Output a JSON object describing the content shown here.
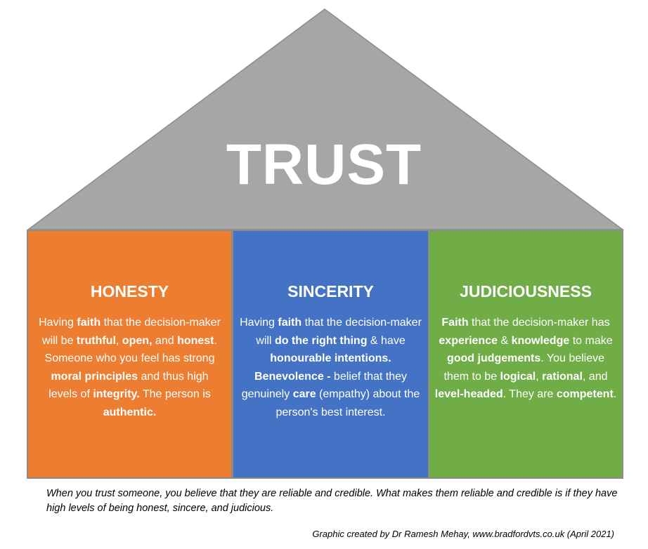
{
  "title": "TRUST",
  "colors": {
    "roof": "#a6a6a6",
    "honesty": "#ed7d31",
    "sincerity": "#4472c4",
    "judiciousness": "#70ad47",
    "text": "#ffffff"
  },
  "pillars": [
    {
      "heading": "HONESTY",
      "body": [
        {
          "t": "Having ",
          "b": false
        },
        {
          "t": "faith",
          "b": true
        },
        {
          "t": " that the decision-maker will be ",
          "b": false
        },
        {
          "t": "truthful",
          "b": true
        },
        {
          "t": ", ",
          "b": false
        },
        {
          "t": "open,",
          "b": true
        },
        {
          "t": " and ",
          "b": false
        },
        {
          "t": "honest",
          "b": true
        },
        {
          "t": ".  Someone who you feel has strong ",
          "b": false
        },
        {
          "t": "moral principles",
          "b": true
        },
        {
          "t": " and thus high levels of ",
          "b": false
        },
        {
          "t": "integrity.",
          "b": true
        },
        {
          "t": "  The person is ",
          "b": false
        },
        {
          "t": "authentic.",
          "b": true
        }
      ]
    },
    {
      "heading": "SINCERITY",
      "body": [
        {
          "t": "Having ",
          "b": false
        },
        {
          "t": "faith",
          "b": true
        },
        {
          "t": " that the decision-maker will ",
          "b": false
        },
        {
          "t": "do the right thing",
          "b": true
        },
        {
          "t": " & have ",
          "b": false
        },
        {
          "t": "honourable intentions.",
          "b": true
        },
        {
          "t": " ",
          "b": false
        },
        {
          "t": "Benevolence -",
          "b": true
        },
        {
          "t": " belief that they genuinely ",
          "b": false
        },
        {
          "t": "care",
          "b": true
        },
        {
          "t": " (empathy) about the person's best interest.",
          "b": false
        }
      ]
    },
    {
      "heading": "JUDICIOUSNESS",
      "body": [
        {
          "t": "Faith",
          "b": true
        },
        {
          "t": " that the decision-maker has ",
          "b": false
        },
        {
          "t": "experience",
          "b": true
        },
        {
          "t": " & ",
          "b": false
        },
        {
          "t": "knowledge",
          "b": true
        },
        {
          "t": " to make ",
          "b": false
        },
        {
          "t": "good judgements",
          "b": true
        },
        {
          "t": ".  You believe them to be ",
          "b": false
        },
        {
          "t": "logical",
          "b": true
        },
        {
          "t": ", ",
          "b": false
        },
        {
          "t": "rational",
          "b": true
        },
        {
          "t": ", and ",
          "b": false
        },
        {
          "t": "level-headed",
          "b": true
        },
        {
          "t": ".  They are ",
          "b": false
        },
        {
          "t": "competent",
          "b": true
        },
        {
          "t": ".",
          "b": false
        }
      ]
    }
  ],
  "caption": "When you trust someone, you believe that they are reliable and credible.  What makes them reliable and credible is if they have high levels of being honest, sincere, and judicious.",
  "credit": "Graphic created by Dr Ramesh Mehay, www.bradfordvts.co.uk (April 2021)"
}
